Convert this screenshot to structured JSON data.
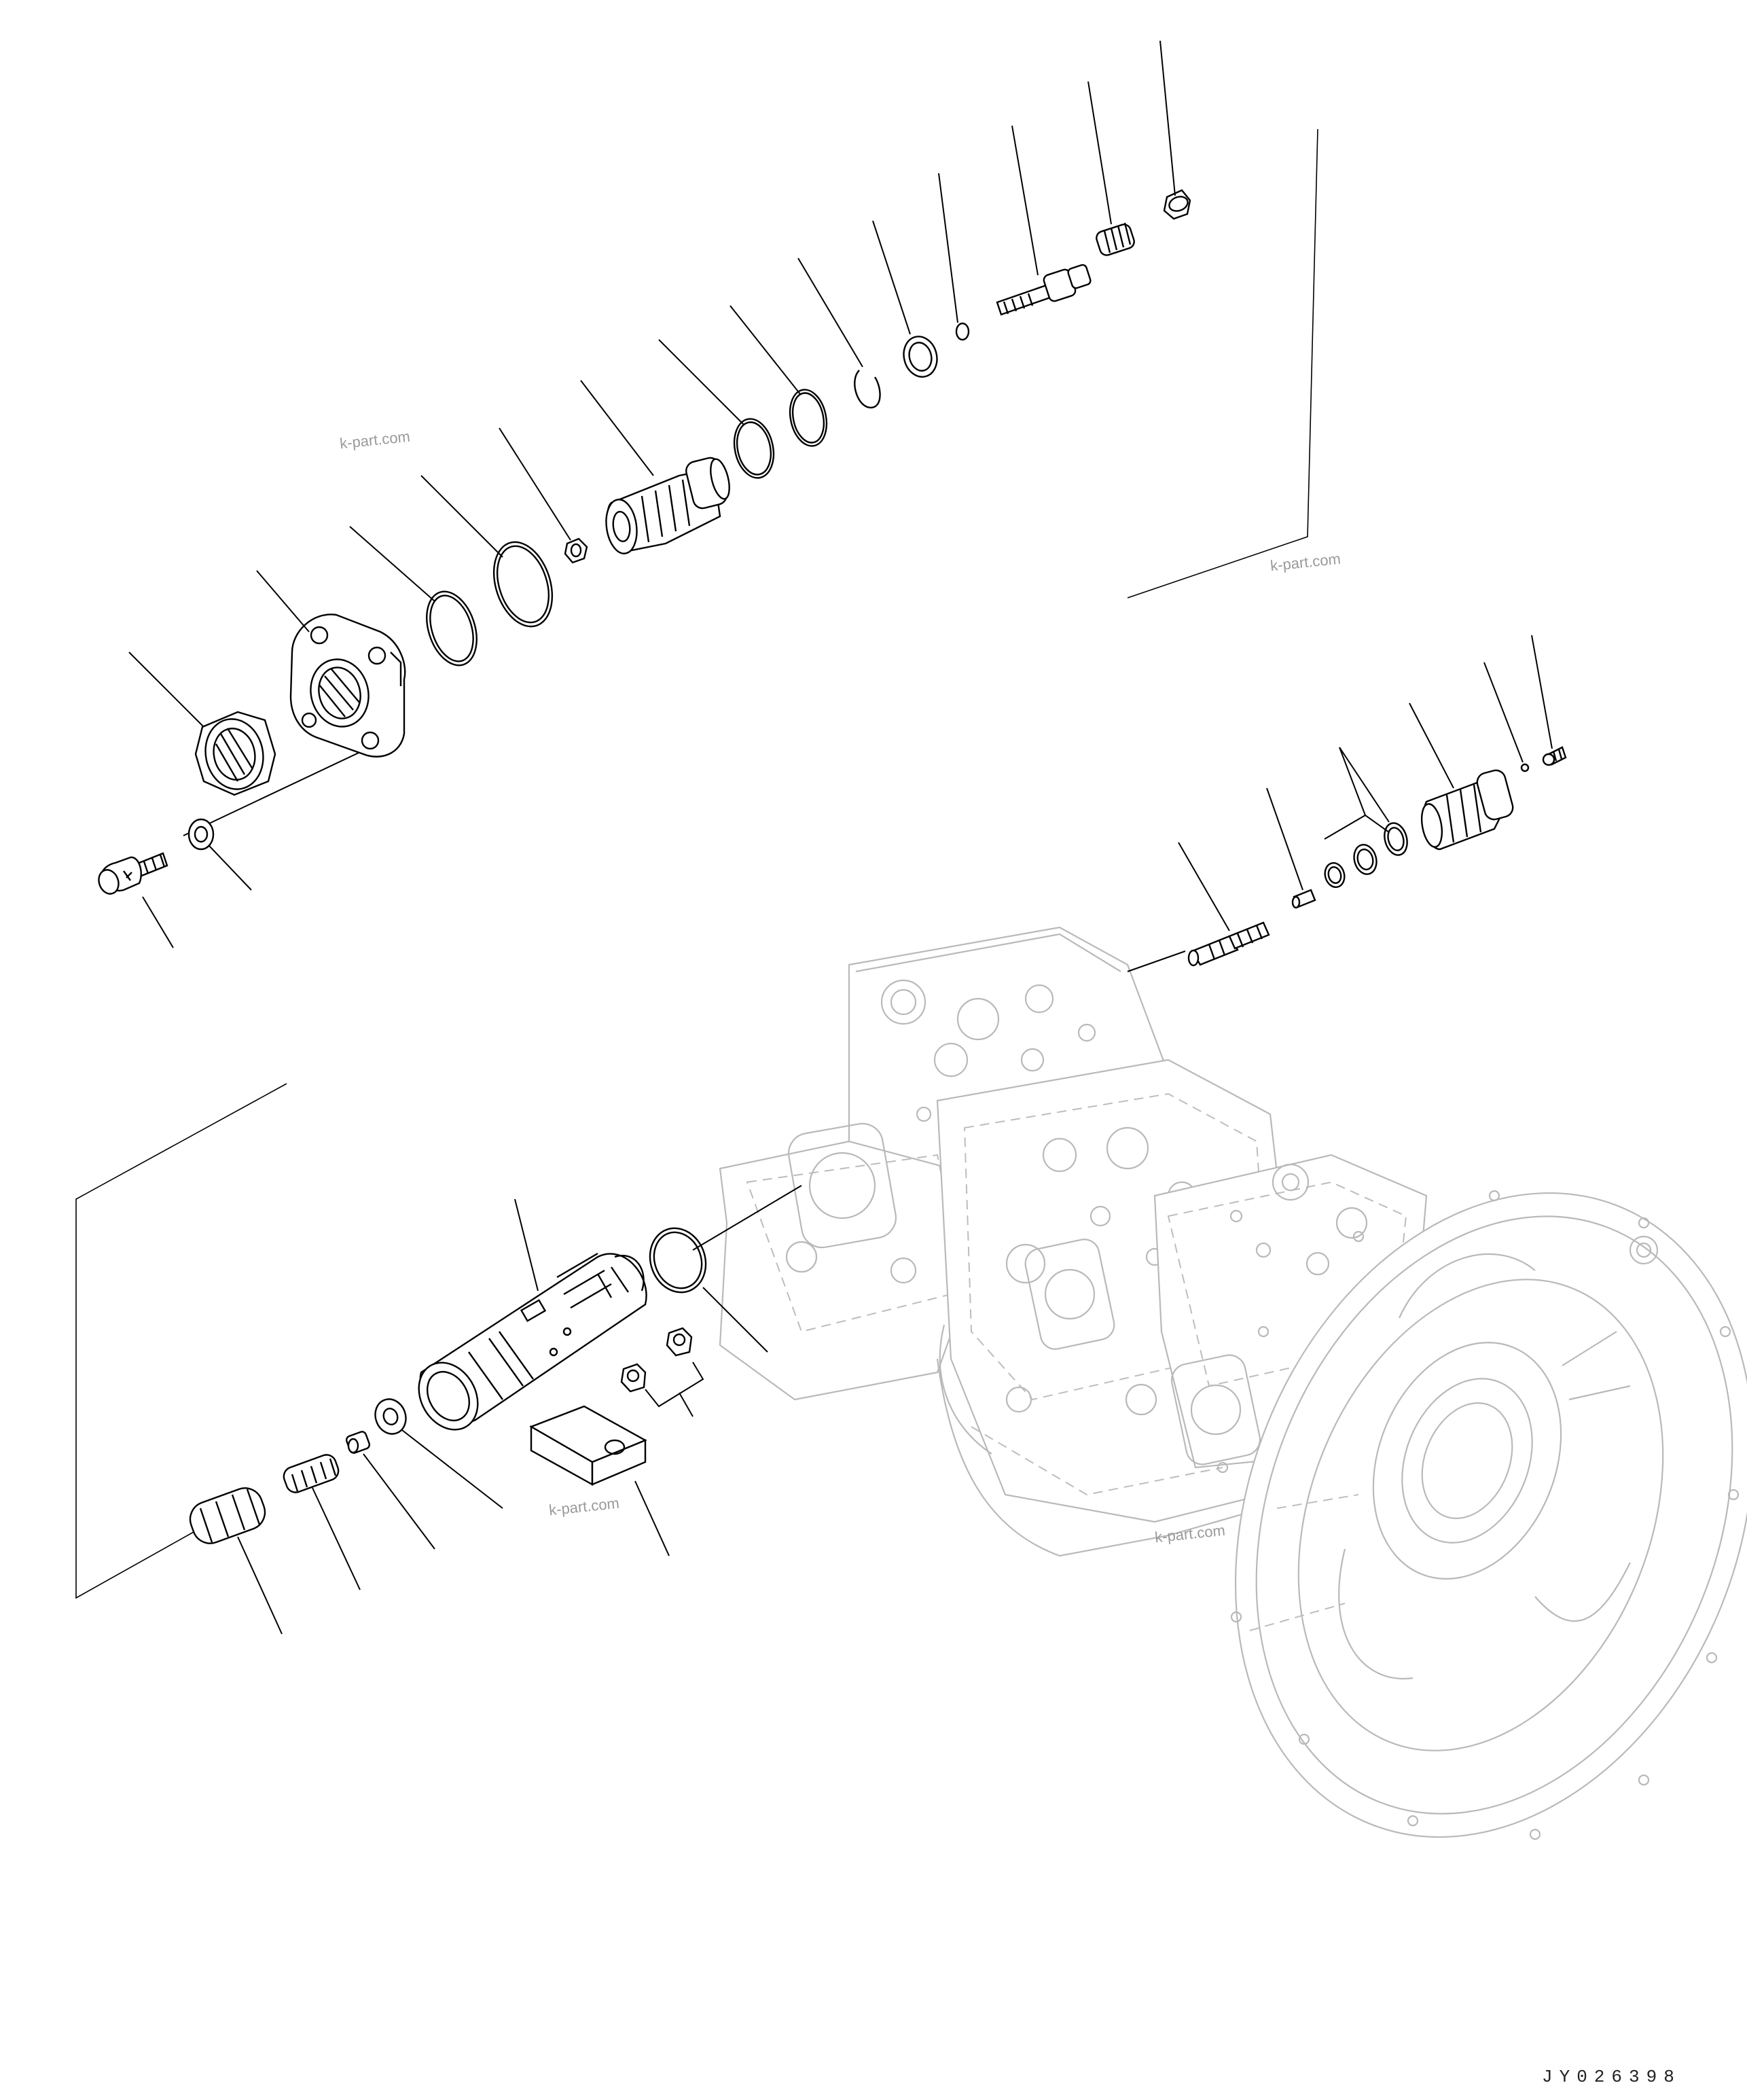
{
  "drawing": {
    "code": "JY026398",
    "watermarks": [
      "k-part.com",
      "k-part.com",
      "k-part.com",
      "k-part.com"
    ]
  },
  "colors": {
    "line": "#000000",
    "ghost": "#b8b8b8",
    "paper": "#ffffff"
  }
}
